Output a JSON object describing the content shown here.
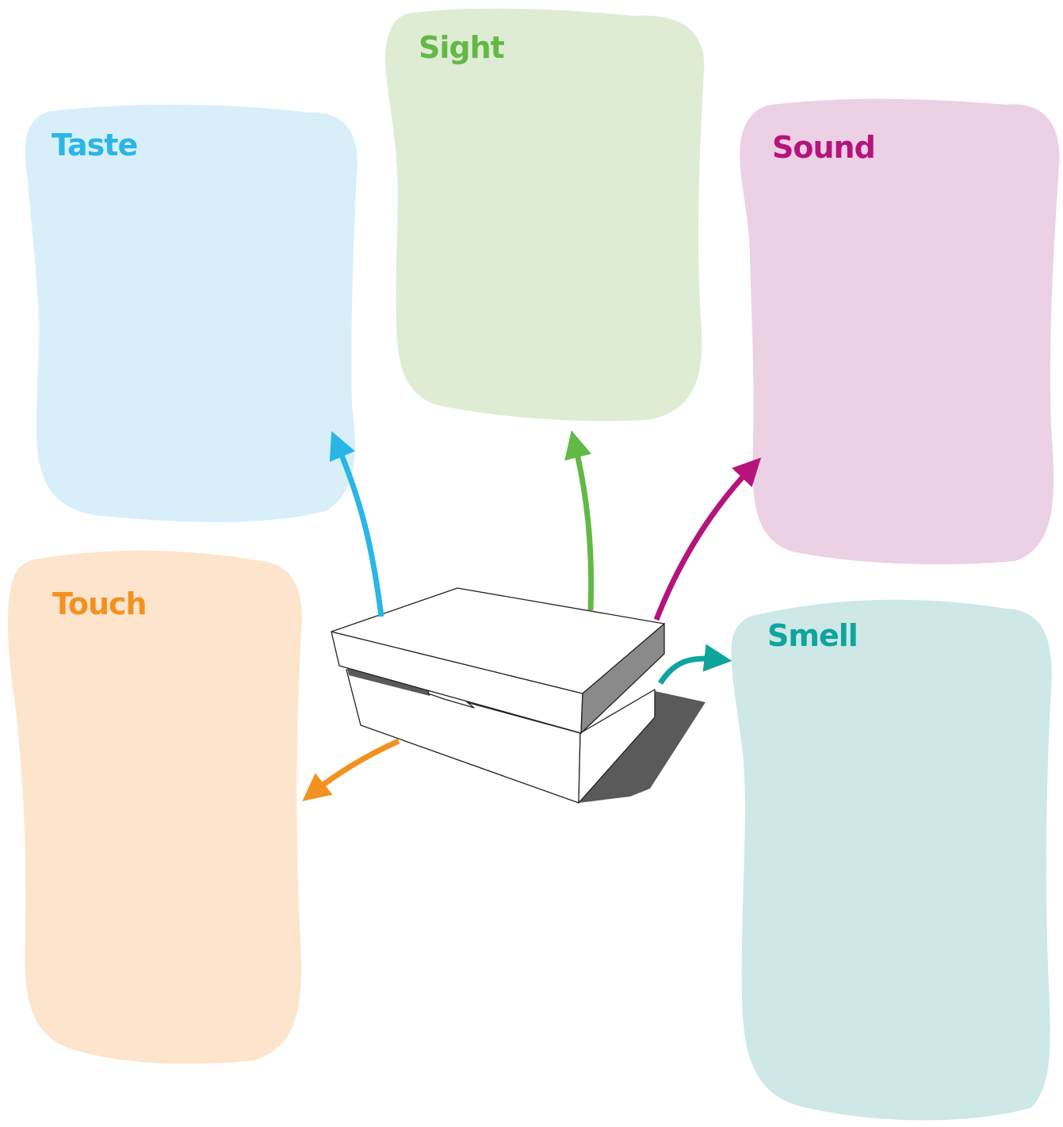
{
  "senses": {
    "taste": {
      "label": "Taste",
      "color": "#29b6e6",
      "fill": "#d8eff9"
    },
    "sight": {
      "label": "Sight",
      "color": "#62b946",
      "fill": "#deecd4"
    },
    "sound": {
      "label": "Sound",
      "color": "#b5147c",
      "fill": "#ecd0e3"
    },
    "touch": {
      "label": "Touch",
      "color": "#f39120",
      "fill": "#fde4cc"
    },
    "smell": {
      "label": "Smell",
      "color": "#0fa49c",
      "fill": "#cde8e7"
    }
  },
  "box": {
    "icon": "shoebox-icon",
    "edge_color": "#222222",
    "side_color": "#8a8a8a",
    "shadow_color": "#5a5a5a"
  }
}
